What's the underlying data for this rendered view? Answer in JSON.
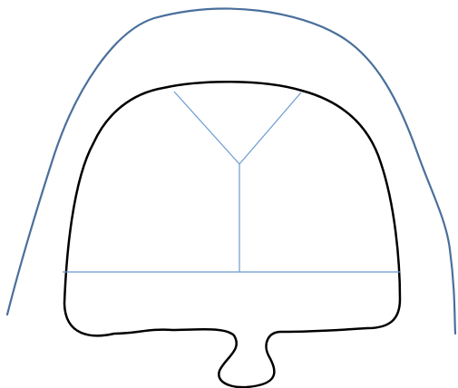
{
  "diagram": {
    "type": "line-drawing",
    "colors": {
      "background": "#ffffff",
      "outer_arch": "#4a6f9b",
      "inner_outline": "#000000",
      "guide_lines": "#6a9bd1"
    },
    "shapes": [
      "outer-arch-curve",
      "inner-rounded-outline-with-bottom-lobe",
      "y-shaped-guide",
      "horizontal-guide"
    ]
  }
}
